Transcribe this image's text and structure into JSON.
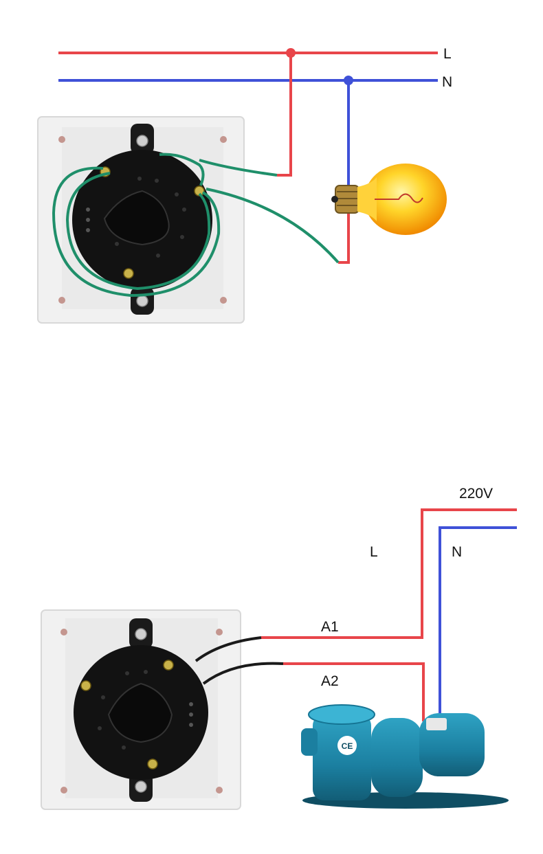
{
  "top_diagram": {
    "line_label": "L",
    "neutral_label": "N",
    "colors": {
      "live": "#e8454a",
      "neutral": "#3f51d8",
      "wire": "#1f8f6a"
    }
  },
  "bottom_diagram": {
    "voltage_label": "220V",
    "line_label": "L",
    "neutral_label": "N",
    "terminal_a1_label": "A1",
    "terminal_a2_label": "A2",
    "pump_badge": "CE",
    "colors": {
      "live": "#e8454a",
      "neutral": "#3f51d8",
      "wire": "#1a1a1a",
      "pump": "#1d7f9e"
    }
  }
}
